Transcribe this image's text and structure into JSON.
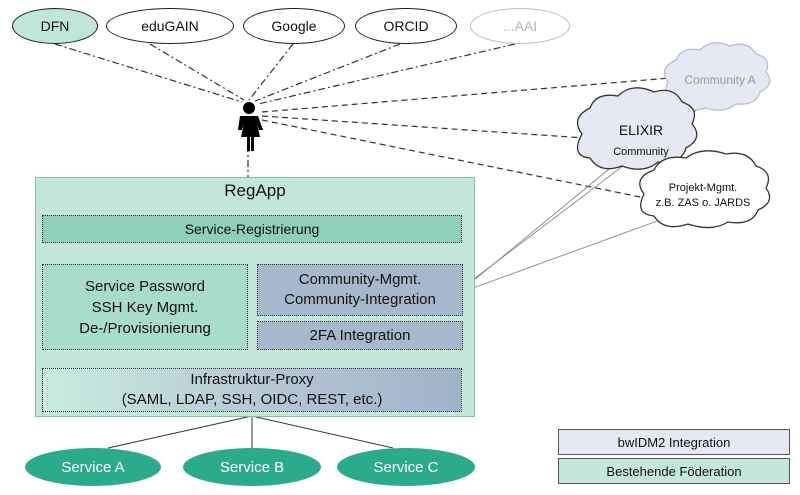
{
  "identity_providers": [
    {
      "label": "DFN",
      "style": "green"
    },
    {
      "label": "eduGAIN",
      "style": "white"
    },
    {
      "label": "Google",
      "style": "white"
    },
    {
      "label": "ORCID",
      "style": "white"
    },
    {
      "label": "...AAI",
      "style": "grey"
    }
  ],
  "user_icon": "person-icon",
  "communities": {
    "community_a": "Community A",
    "elixir_title": "ELIXIR",
    "elixir_sub": "Community",
    "projekt_line1": "Projekt-Mgmt.",
    "projekt_line2": "z.B. ZAS o. JARDS"
  },
  "regapp": {
    "title": "RegApp",
    "service_registrierung": "Service-Registrierung",
    "left_box": [
      "Service Password",
      "SSH Key Mgmt.",
      "De-/Provisionierung"
    ],
    "community_box": [
      "Community-Mgmt.",
      "Community-Integration"
    ],
    "twofa": "2FA Integration",
    "proxy": [
      "Infrastruktur-Proxy",
      "(SAML, LDAP, SSH, OIDC, REST, etc.)"
    ]
  },
  "services": [
    "Service A",
    "Service B",
    "Service C"
  ],
  "legend": {
    "bwidm": "bwIDM2 Integration",
    "bestehende": "Bestehende Föderation"
  },
  "colors": {
    "existing_federation": "#c4e7dc",
    "bwidm_integration": "#e6e8f3",
    "service_fill": "#2bab8b",
    "idp_green": "#bfe6d8"
  }
}
